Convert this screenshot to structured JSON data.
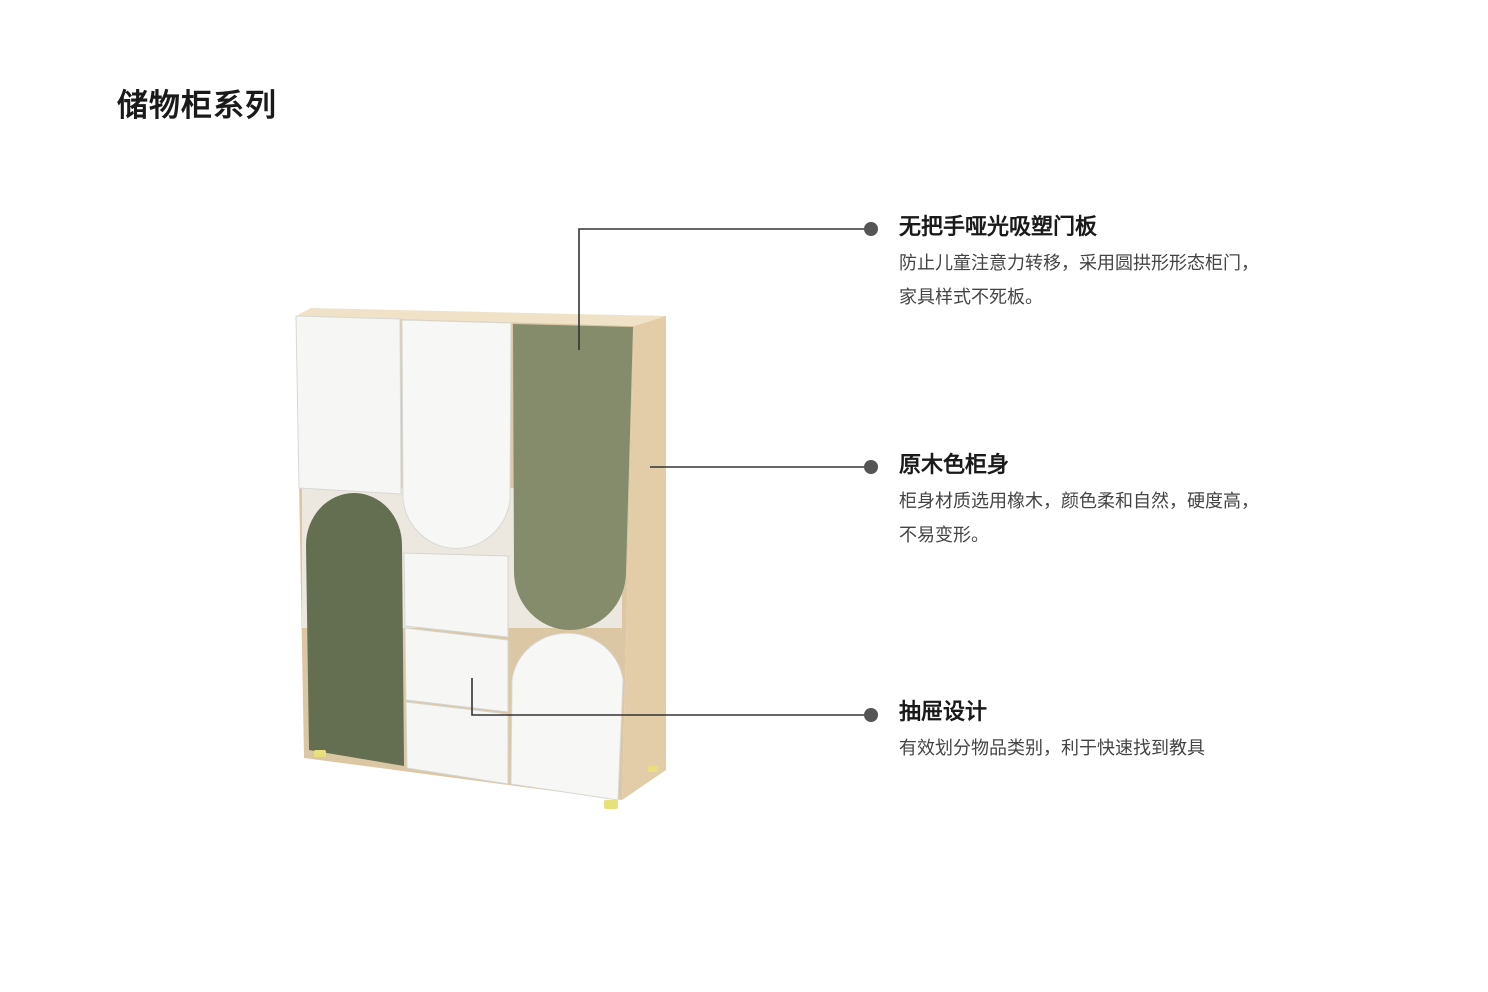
{
  "page": {
    "title": "储物柜系列"
  },
  "features": [
    {
      "title": "无把手哑光吸塑门板",
      "description": "防止儿童注意力转移，采用圆拱形形态柜门，\n家具样式不死板。"
    },
    {
      "title": "原木色柜身",
      "description": "柜身材质选用橡木，颜色柔和自然，硬度高，\n不易变形。"
    },
    {
      "title": "抽屉设计",
      "description": "有效划分物品类别，利于快速找到教具"
    }
  ],
  "colors": {
    "wood": "#e6d3b3",
    "wood_top": "#efe2c7",
    "sage_green": "#848c6c",
    "dark_green": "#646e50",
    "white_panel": "#f6f6f4",
    "leg_yellow": "#e8e07a",
    "leader_line": "#333333",
    "bullet": "#555555"
  }
}
